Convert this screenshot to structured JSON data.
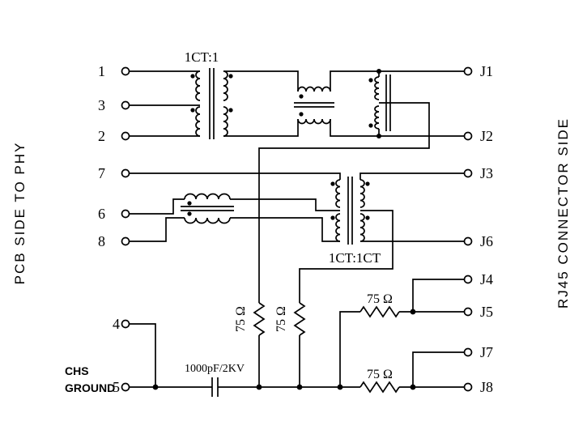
{
  "side_labels": {
    "left": "PCB SIDE TO PHY",
    "right": "RJ45 CONNECTOR SIDE"
  },
  "phy_pins": {
    "pin1": "1",
    "pin3": "3",
    "pin2": "2",
    "pin7": "7",
    "pin6": "6",
    "pin8": "8",
    "pin4": "4",
    "pin5": "5"
  },
  "ground": {
    "line1": "CHS",
    "line2": "GROUND"
  },
  "rj45_pins": {
    "j1": "J1",
    "j2": "J2",
    "j3": "J3",
    "j6": "J6",
    "j4": "J4",
    "j5": "J5",
    "j7": "J7",
    "j8": "J8"
  },
  "components": {
    "tx_ratio": "1CT:1",
    "rx_ratio": "1CT:1CT",
    "capacitor": "1000pF/2KV",
    "resistor": "75 Ω"
  },
  "colors": {
    "line": "#000000",
    "background": "#ffffff"
  }
}
